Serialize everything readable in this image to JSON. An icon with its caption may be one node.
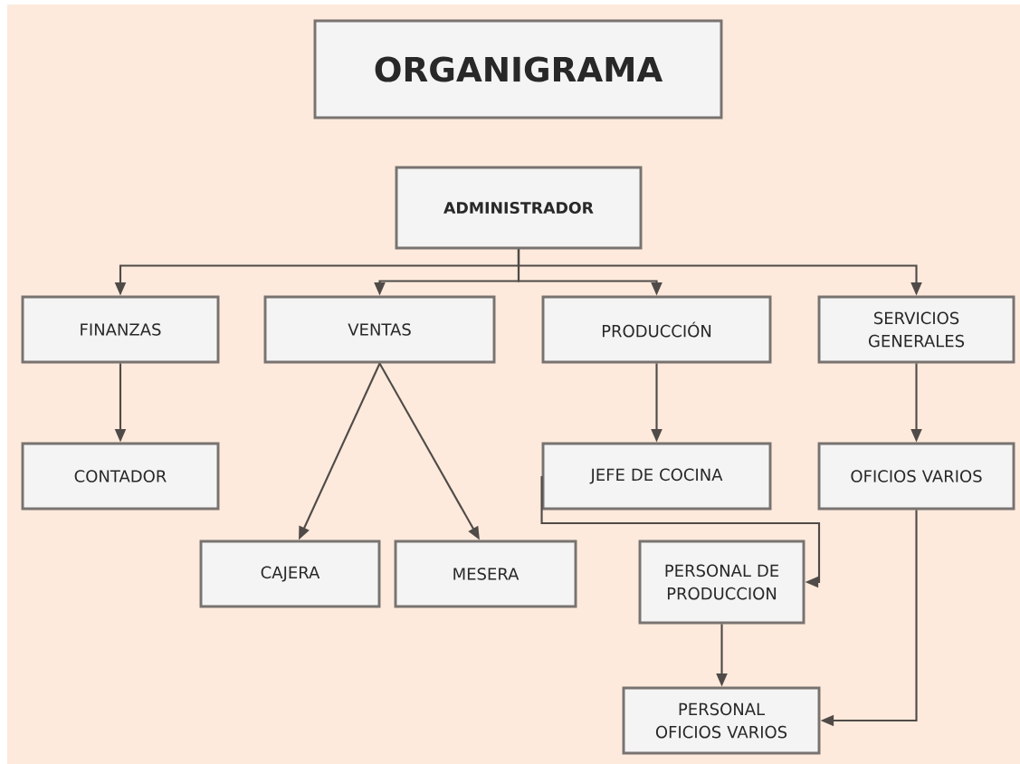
{
  "diagram": {
    "nodes": [
      {
        "text": [
          "ORGANIGRAMA"
        ]
      },
      {
        "text": [
          "ADMINISTRADOR"
        ]
      },
      {
        "text": [
          "FINANZAS"
        ]
      },
      {
        "text": [
          "VENTAS"
        ]
      },
      {
        "text": [
          "PRODUCCIÓN"
        ]
      },
      {
        "text": [
          "SERVICIOS GENERALES"
        ]
      },
      {
        "text": [
          "CONTADOR"
        ]
      },
      {
        "text": [
          "CAJERA"
        ]
      },
      {
        "text": [
          "MESERA"
        ]
      },
      {
        "text": [
          "JEFE DE COCINA"
        ]
      },
      {
        "text": [
          "OFICIOS VARIOS"
        ]
      },
      {
        "text": [
          "PERSONAL DE PRODUCCION"
        ]
      },
      {
        "text": [
          "PERSONAL OFICIOS VARIOS"
        ]
      }
    ],
    "edges": [
      {
        "from": 1,
        "to": 2,
        "arrow": "to"
      },
      {
        "from": 1,
        "to": 3,
        "arrow": "to"
      },
      {
        "from": 1,
        "to": 4,
        "arrow": "to"
      },
      {
        "from": 1,
        "to": 5,
        "arrow": "to"
      },
      {
        "from": 2,
        "to": 6,
        "arrow": "to"
      },
      {
        "from": 3,
        "to": 7,
        "arrow": "to"
      },
      {
        "from": 3,
        "to": 8,
        "arrow": "to"
      },
      {
        "from": 4,
        "to": 9,
        "arrow": "to"
      },
      {
        "from": 5,
        "to": 10,
        "arrow": "to"
      },
      {
        "from": 9,
        "to": 11,
        "arrow": "to"
      },
      {
        "from": 11,
        "to": 12,
        "arrow": "to"
      },
      {
        "from": 10,
        "to": 12,
        "arrow": "to"
      }
    ]
  }
}
